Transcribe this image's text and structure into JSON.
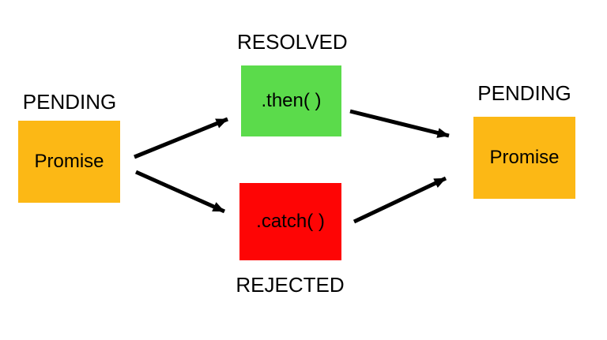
{
  "background": "#ffffff",
  "colors": {
    "background": "#ffffff",
    "pending": "#FCB815",
    "resolved": "#5BDB4B",
    "rejected": "#FE0505",
    "arrow": "#000000",
    "text": "#000000"
  },
  "nodes": {
    "left_promise": {
      "state_label": "PENDING",
      "label": "Promise"
    },
    "then": {
      "state_label": "RESOLVED",
      "label": ".then( )"
    },
    "catch": {
      "state_label": "REJECTED",
      "label": ".catch( )"
    },
    "right_promise": {
      "state_label": "PENDING",
      "label": "Promise"
    }
  },
  "edges": [
    {
      "from": "left_promise",
      "to": "then"
    },
    {
      "from": "left_promise",
      "to": "catch"
    },
    {
      "from": "then",
      "to": "right_promise"
    },
    {
      "from": "catch",
      "to": "right_promise"
    }
  ]
}
